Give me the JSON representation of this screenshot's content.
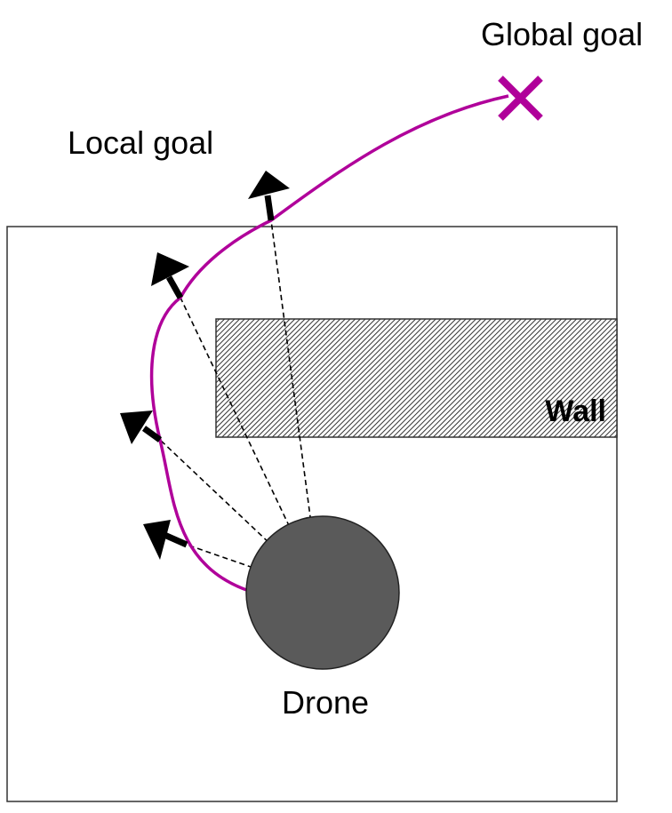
{
  "labels": {
    "global_goal": "Global goal",
    "local_goal": "Local goal",
    "wall": "Wall",
    "drone": "Drone"
  },
  "colors": {
    "trajectory": "#b0009a",
    "goal_marker": "#b0009a",
    "drone_fill": "#5a5a5a",
    "wall_hatch": "#333333",
    "arrow": "#000000"
  },
  "icons": {
    "global_goal_marker": "x-mark-icon",
    "heading_arrow": "arrow-icon"
  }
}
